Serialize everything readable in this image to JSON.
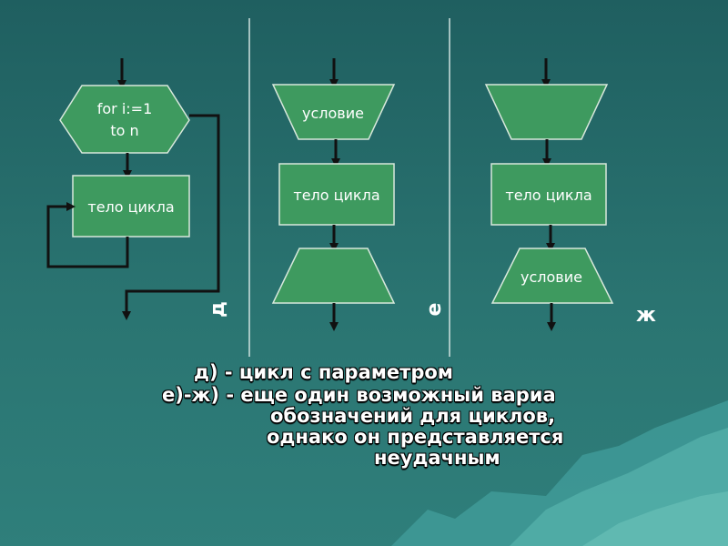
{
  "diagram_d": {
    "loop_header_line1": "for i:=1",
    "loop_header_line2": "to n",
    "body_label": "тело цикла",
    "letter": "д"
  },
  "diagram_e": {
    "top_condition_label": "условие",
    "body_label": "тело цикла",
    "letter": "е"
  },
  "diagram_zh": {
    "body_label": "тело цикла",
    "bottom_condition_label": "условие",
    "letter": "ж"
  },
  "caption": {
    "line1": "д) - цикл с параметром",
    "line2": "е)-ж) - еще один возможный вариа",
    "line3": "обозначений для циклов,",
    "line4": "однако он представляется",
    "line5": "неудачным"
  },
  "colors": {
    "background": "#236866",
    "shape_fill": "#3e9a5f",
    "shape_stroke": "#d8e8dc",
    "arrow": "#111111",
    "divider": "#cfe2e0",
    "text": "#ffffff"
  }
}
